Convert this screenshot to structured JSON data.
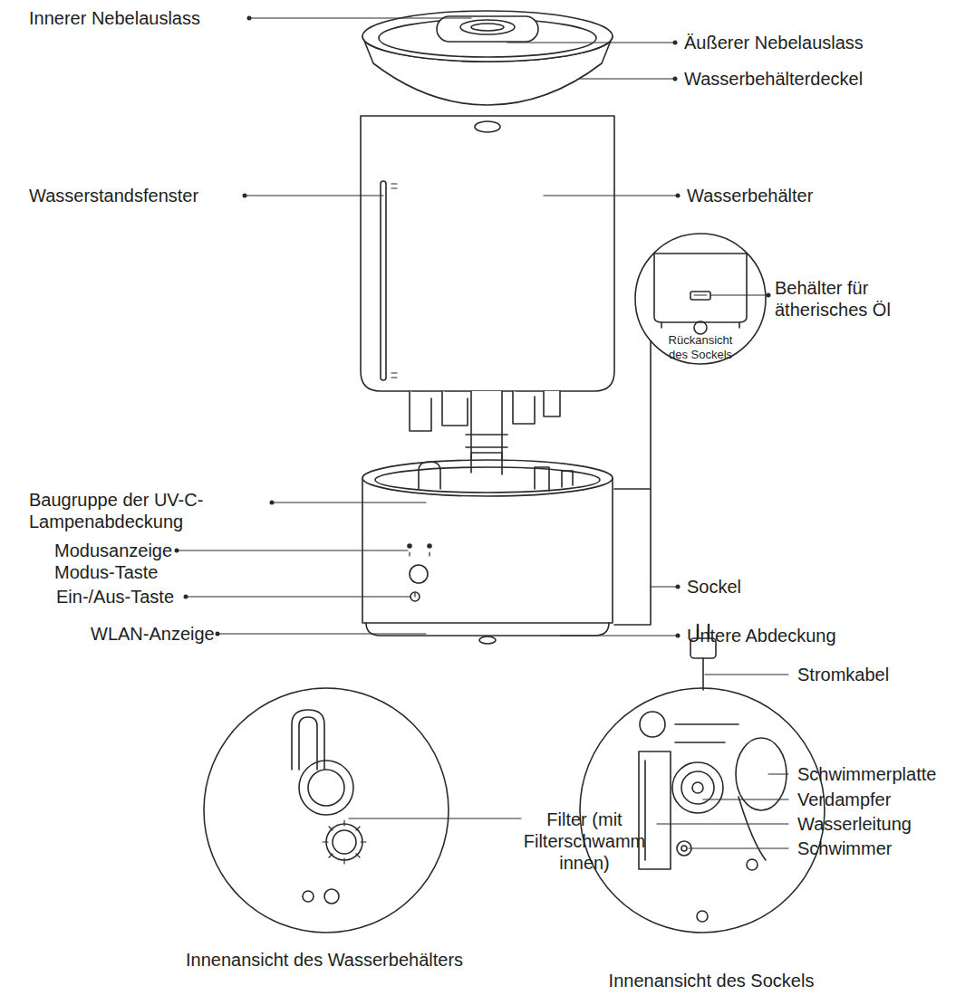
{
  "diagram": {
    "labels": [
      "Innerer Nebelauslass",
      "Äußerer Nebelauslass",
      "Wasserbehälterdeckel",
      "Wasserstandsfenster",
      "Wasserbehälter",
      "Behälter für ätherisches Öl",
      "Rückansicht des Sockels",
      "Baugruppe der UV-C-Lampenabdeckung",
      "Modusanzeige",
      "Modus-Taste",
      "Ein-/Aus-Taste",
      "Sockel",
      "WLAN-Anzeige",
      "Untere Abdeckung",
      "Stromkabel",
      "Schwimmerplatte",
      "Verdampfer",
      "Wasserleitung",
      "Schwimmer",
      "Filter (mit Filterschwamm innen)",
      "Innenansicht des Wasserbehälters",
      "Innenansicht des Sockels"
    ]
  }
}
